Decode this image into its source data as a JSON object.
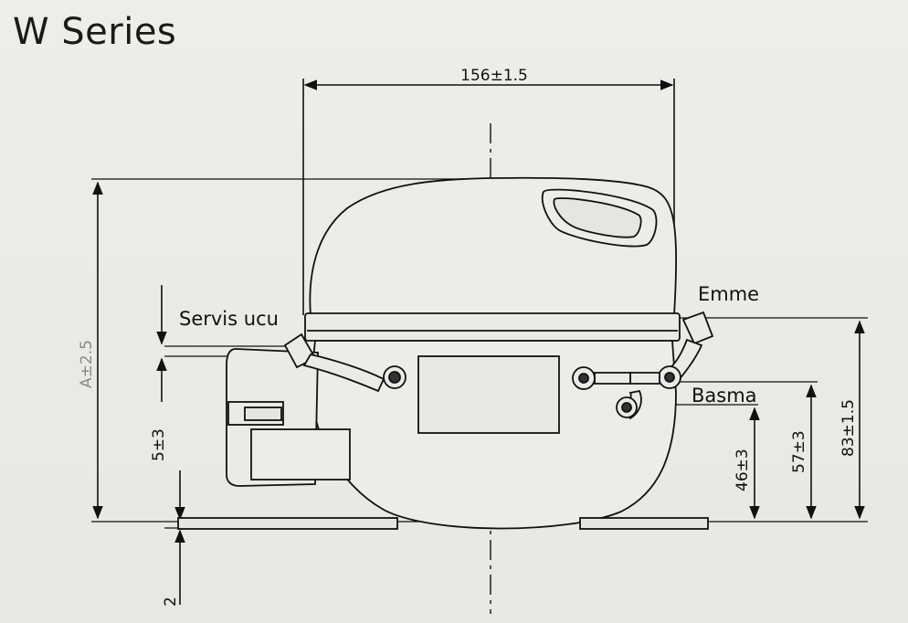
{
  "title": "W Series",
  "dimensions": {
    "width": "156±1.5",
    "height": "A±2.5",
    "servis_offset": "5±3",
    "base": "2",
    "basma_height": "46±3",
    "emme_low": "57±3",
    "emme_height": "83±1.5"
  },
  "labels": {
    "servis": "Servis ucu",
    "emme": "Emme",
    "basma": "Basma"
  }
}
